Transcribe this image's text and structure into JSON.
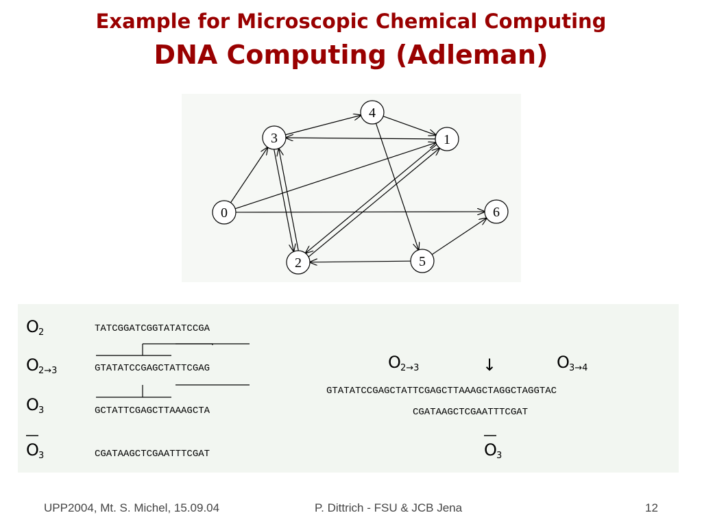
{
  "slide": {
    "title": "Example for Microscopic Chemical Computing",
    "subtitle": "DNA Computing (Adleman)"
  },
  "graph": {
    "nodes": [
      {
        "id": "0",
        "label": "0"
      },
      {
        "id": "1",
        "label": "1"
      },
      {
        "id": "2",
        "label": "2"
      },
      {
        "id": "3",
        "label": "3"
      },
      {
        "id": "4",
        "label": "4"
      },
      {
        "id": "5",
        "label": "5"
      },
      {
        "id": "6",
        "label": "6"
      }
    ],
    "edges": [
      {
        "from": "0",
        "to": "3"
      },
      {
        "from": "0",
        "to": "1"
      },
      {
        "from": "0",
        "to": "6"
      },
      {
        "from": "3",
        "to": "4"
      },
      {
        "from": "4",
        "to": "1"
      },
      {
        "from": "1",
        "to": "3"
      },
      {
        "from": "3",
        "to": "2"
      },
      {
        "from": "2",
        "to": "3"
      },
      {
        "from": "1",
        "to": "2"
      },
      {
        "from": "2",
        "to": "1"
      },
      {
        "from": "4",
        "to": "5"
      },
      {
        "from": "5",
        "to": "2"
      },
      {
        "from": "5",
        "to": "6"
      }
    ]
  },
  "dna": {
    "left": {
      "o2_label": "O",
      "o2_sub": "2",
      "o2_seq": "TATCGGATCGGTATATCCGA",
      "o23_label": "O",
      "o23_sub": "2→3",
      "o23_seq": "GTATATCCGAGCTATTCGAG",
      "o3_label": "O",
      "o3_sub": "3",
      "o3_seq": "GCTATTCGAGCTTAAAGCTA",
      "o3bar_label": "O",
      "o3bar_sub": "3",
      "o3bar_seq": "CGATAAGCTCGAATTTCGAT"
    },
    "right": {
      "o23_label": "O",
      "o23_sub": "2→3",
      "arrow": "↓",
      "o34_label": "O",
      "o34_sub": "3→4",
      "ligated_seq": "GTATATCCGAGCTATTCGAGCTTAAAGCTAGGCTAGGTAC",
      "splint_seq": "CGATAAGCTCGAATTTCGAT",
      "o3bar_label": "O",
      "o3bar_sub": "3"
    }
  },
  "footer": {
    "left": "UPP2004, Mt. S. Michel, 15.09.04",
    "center": "P. Dittrich - FSU & JCB Jena",
    "page": "12"
  }
}
